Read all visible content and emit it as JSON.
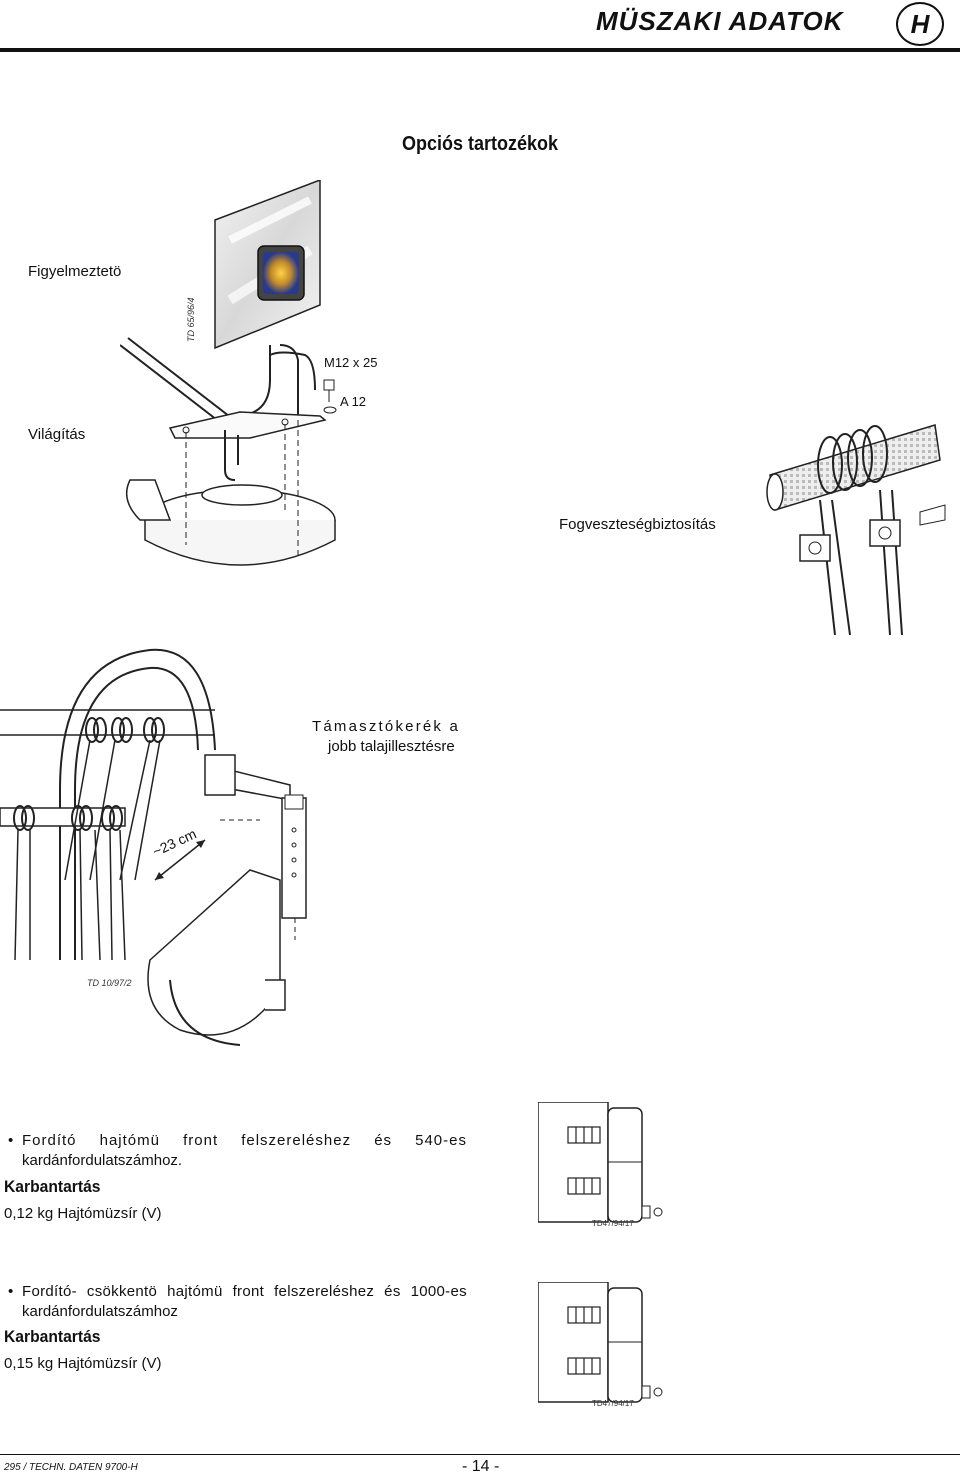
{
  "header": {
    "title": "MÜSZAKI ADATOK",
    "section": "H"
  },
  "subtitle": "Opciós tartozékok",
  "figure_warning": {
    "label_warning": "Figyelmeztetö",
    "label_lighting": "Világítás",
    "bolt_label": "M12 x 25",
    "washer_label": "A 12",
    "code": "TD 65/96/4"
  },
  "figure_tine_guard": {
    "label": "Fogveszteségbiztosítás"
  },
  "figure_wheel": {
    "label_line1": "Támasztókerék a",
    "label_line2": "jobb talajillesztésre",
    "distance": "~23 cm",
    "code": "TD 10/97/2"
  },
  "gearbox1": {
    "line1_words": [
      "Fordító",
      "hajtómü",
      "front",
      "felszereléshez",
      "és",
      "540-es"
    ],
    "line2": "kardánfordulatszámhoz.",
    "section": "Karbantartás",
    "amount": "0,12 kg Hajtómüzsír (V)",
    "code": "TD47/94/17"
  },
  "gearbox2": {
    "line1_words": [
      "Fordító-",
      "csökkentö",
      "hajtómü",
      "front",
      "felszereléshez",
      "és",
      "1000-es"
    ],
    "line2": "kardánfordulatszámhoz",
    "section": "Karbantartás",
    "amount": "0,15 kg Hajtómüzsír (V)",
    "code": "TD47/94/17"
  },
  "footer": {
    "code": "295 / TECHN. DATEN 9700-H",
    "page": "- 14 -"
  }
}
